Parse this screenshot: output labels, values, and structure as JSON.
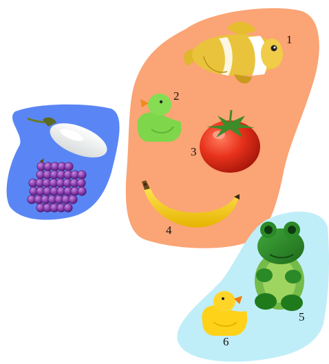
{
  "colors": {
    "background": "#ffffff",
    "orange_region": "#fba475",
    "blue_region": "#5a86f5",
    "cyan_region": "#bfeef8"
  },
  "regions": [
    {
      "name": "orange-region",
      "color_key": "orange_region"
    },
    {
      "name": "blue-region",
      "color_key": "blue_region"
    },
    {
      "name": "cyan-region",
      "color_key": "cyan_region"
    }
  ],
  "objects": [
    {
      "label": "1",
      "icon": "clownfish-plush-icon"
    },
    {
      "label": "2",
      "icon": "green-rubber-duck-icon"
    },
    {
      "label": "3",
      "icon": "tomato-icon"
    },
    {
      "label": "4",
      "icon": "banana-icon"
    },
    {
      "label": "5",
      "icon": "frog-plush-icon"
    },
    {
      "label": "6",
      "icon": "yellow-rubber-duck-icon"
    }
  ],
  "unlabeled_objects": [
    {
      "icon": "white-eggplant-icon"
    },
    {
      "icon": "purple-grapes-icon"
    }
  ]
}
